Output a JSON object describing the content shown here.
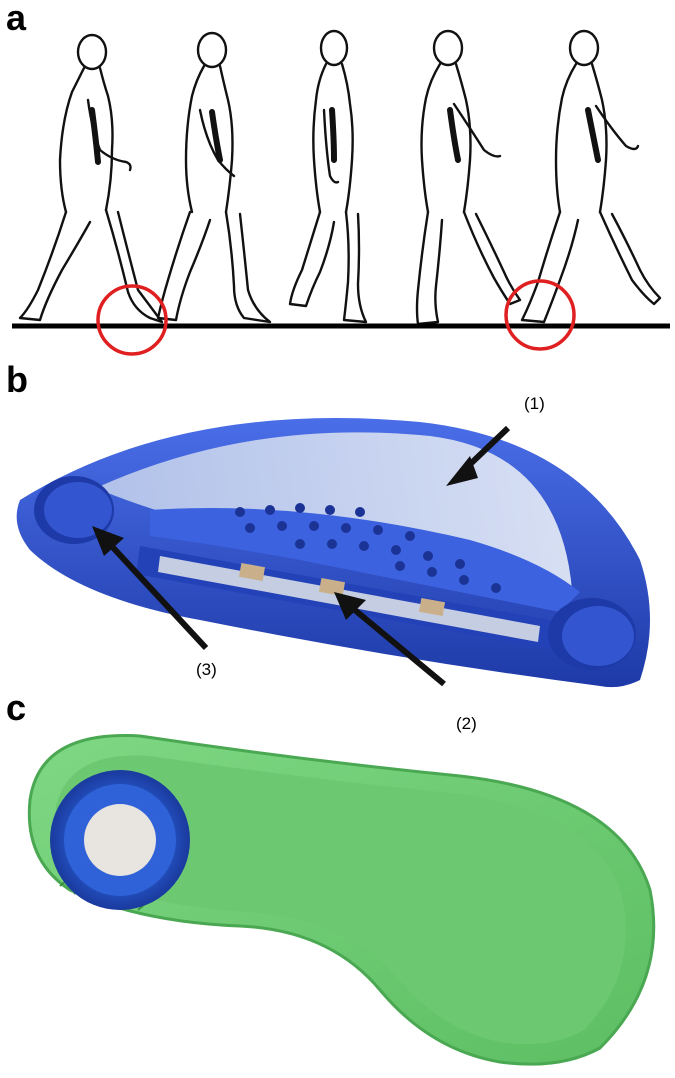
{
  "panels": {
    "a": {
      "letter": "a"
    },
    "b": {
      "letter": "b",
      "callouts": [
        "(1)",
        "(2)",
        "(3)"
      ]
    },
    "c": {
      "letter": "c"
    }
  },
  "colors": {
    "ground_line": "#000000",
    "heel_marker": "#e02020",
    "insole_blue": "#2f56d6",
    "insole_blue_dark": "#1e3aa8",
    "membrane": "#c9d6ee",
    "chamber_tan": "#c9b08a",
    "shoe_green": "#6fcf73",
    "shoe_green_dark": "#4aa852",
    "heel_cup_blue": "#2050c0",
    "heel_pad": "#e8e4e0"
  },
  "icons": [
    "walking-figure",
    "heel-strike-marker",
    "arrow"
  ]
}
